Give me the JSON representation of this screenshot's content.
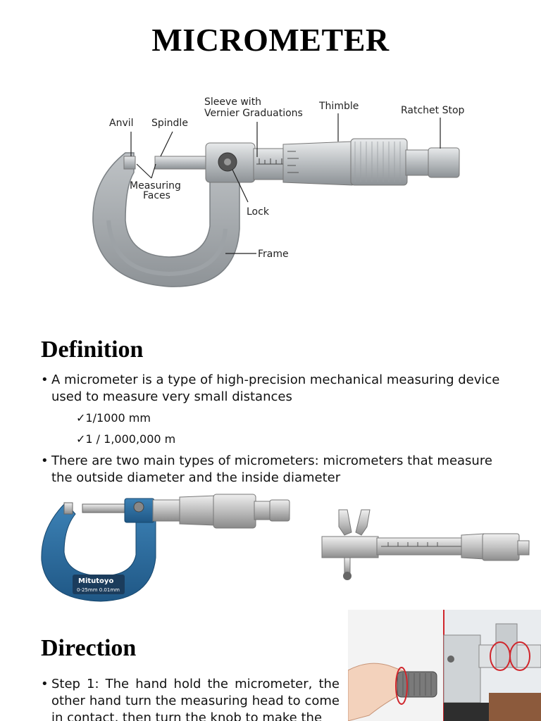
{
  "title": "MICROMETER",
  "diagram": {
    "labels": {
      "anvil": "Anvil",
      "spindle": "Spindle",
      "sleeve_line1": "Sleeve with",
      "sleeve_line2": "Vernier Graduations",
      "thimble": "Thimble",
      "ratchet": "Ratchet Stop",
      "measuring_line1": "Measuring",
      "measuring_line2": "Faces",
      "lock": "Lock",
      "frame": "Frame"
    },
    "colors": {
      "frame": "#a7acb0",
      "metal": "#c9ccce"
    }
  },
  "definition": {
    "heading": "Definition",
    "bullet1_line1": "A micrometer is a type of high-precision mechanical measuring device",
    "bullet1_line2": "used to measure very small distances",
    "sub1": "1/1000 mm",
    "sub2": "1 / 1,000,000 m",
    "bullet2_line1": "There are two main types of micrometers: micrometers that measure",
    "bullet2_line2": "the outside diameter and the inside diameter"
  },
  "photo1": {
    "brand": "Mitutoyo",
    "spec": "0-25mm  0.01mm",
    "colors": {
      "frame": "#2f6e9e"
    }
  },
  "direction": {
    "heading": "Direction",
    "step1": "Step 1: The hand hold the micrometer, the other hand turn the measuring head to come in contact, then turn the knob to make the"
  },
  "bullet_char": "•",
  "check_char": "✓"
}
